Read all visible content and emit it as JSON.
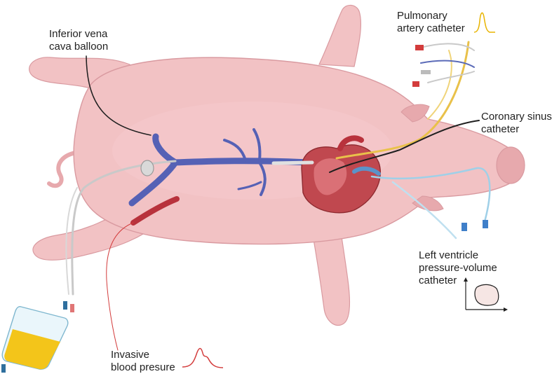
{
  "labels": {
    "ivc": [
      "Inferior vena",
      "cava balloon"
    ],
    "pa": [
      "Pulmonary",
      "artery catheter"
    ],
    "cs": [
      "Coronary sinus",
      "catheter"
    ],
    "lv": [
      "Left ventricle",
      "pressure-volume",
      "catheter"
    ],
    "ibp": [
      "Invasive",
      "blood presure"
    ]
  },
  "colors": {
    "skin": "#f2c2c4",
    "skin_shadow": "#e7a9ad",
    "skin_outline": "#d99aa0",
    "vein": "#5561b5",
    "artery": "#b8323c",
    "heart": "#c0484f",
    "pa_wave": "#e8b400",
    "bp_wave": "#d33c3c",
    "iv_fluid": "#f3c51a",
    "catheter_dark": "#1f1f1f",
    "catheter_yellow": "#e9c14a",
    "catheter_blue": "#6bb7d9",
    "label_text": "#222222"
  }
}
